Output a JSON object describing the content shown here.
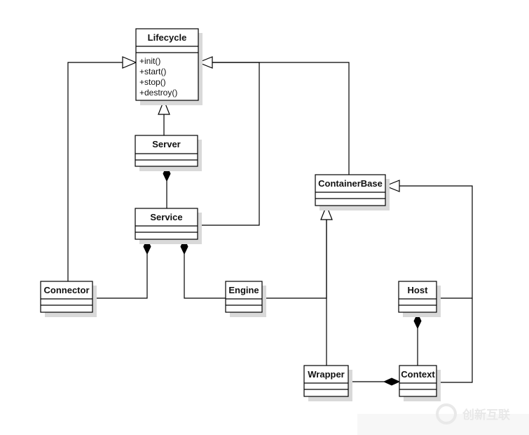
{
  "classes": {
    "lifecycle": {
      "name": "Lifecycle",
      "methods": [
        "+init()",
        "+start()",
        "+stop()",
        "+destroy()"
      ]
    },
    "server": {
      "name": "Server"
    },
    "service": {
      "name": "Service"
    },
    "connector": {
      "name": "Connector"
    },
    "engine": {
      "name": "Engine"
    },
    "container_base": {
      "name": "ContainerBase"
    },
    "host": {
      "name": "Host"
    },
    "wrapper": {
      "name": "Wrapper"
    },
    "context": {
      "name": "Context"
    }
  },
  "watermark": {
    "text": "创新互联"
  }
}
